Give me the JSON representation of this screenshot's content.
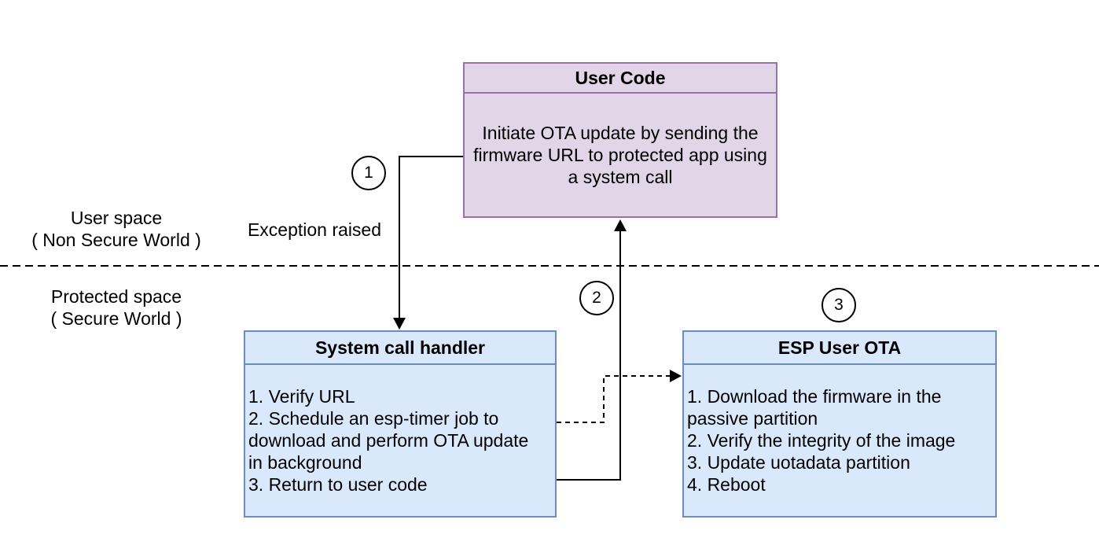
{
  "zones": {
    "user_space": {
      "line1": "User space",
      "line2": "( Non Secure World )"
    },
    "protected_space": {
      "line1": "Protected space",
      "line2": "( Secure World )"
    }
  },
  "labels": {
    "exception_raised": "Exception raised"
  },
  "nodes": {
    "user_code": {
      "title": "User Code",
      "body": "Initiate OTA update by sending the firmware URL to protected app using a system call"
    },
    "system_call_handler": {
      "title": "System call handler",
      "items": [
        "1. Verify URL",
        "2. Schedule an esp-timer job to download and perform OTA update in background",
        "3. Return to user code"
      ]
    },
    "esp_user_ota": {
      "title": "ESP User OTA",
      "items": [
        "1. Download the firmware in the passive partition",
        "2. Verify the integrity of the image",
        "3. Update uotadata partition",
        "4. Reboot"
      ]
    }
  },
  "steps": [
    "1",
    "2",
    "3"
  ],
  "colors": {
    "node_purple_fill": "#e1d5e7",
    "node_purple_border": "#9673a6",
    "node_blue_fill": "#dae8fc",
    "node_blue_border": "#6c8ebf",
    "line_color": "#000000"
  }
}
